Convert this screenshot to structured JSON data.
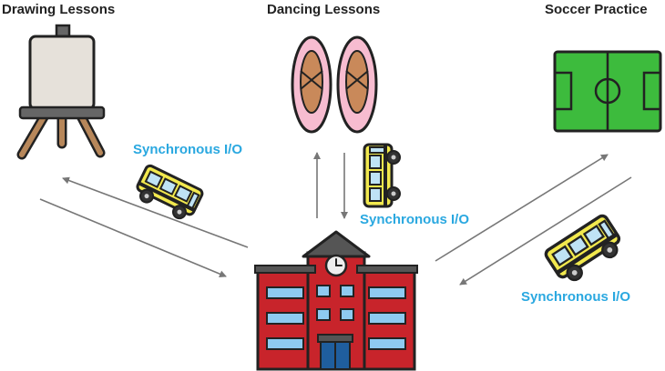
{
  "titles": {
    "drawing": "Drawing Lessons",
    "dancing": "Dancing Lessons",
    "soccer": "Soccer Practice"
  },
  "labels": {
    "left": "Synchronous I/O",
    "center": "Synchronous I/O",
    "right": "Synchronous I/O"
  },
  "colors": {
    "label": "#2aa8e0",
    "arrow": "#777777",
    "bus": "#f2e94e",
    "school": "#c8242b",
    "field": "#3dbb3d"
  },
  "icons": [
    "easel-icon",
    "ballet-shoes-icon",
    "soccer-field-icon",
    "school-building-icon",
    "school-bus-icon",
    "clock-icon"
  ]
}
